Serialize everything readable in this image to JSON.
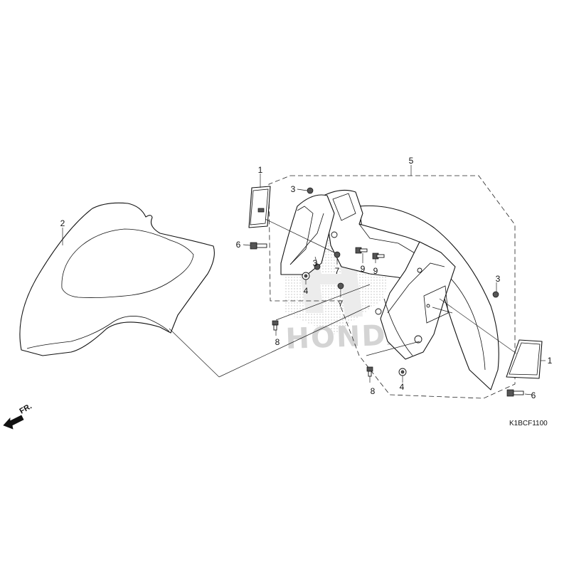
{
  "diagram": {
    "code": "K1BCF1100",
    "direction_marker": "FR.",
    "watermark": "HONDA",
    "callouts": [
      {
        "label": "1"
      },
      {
        "label": "1"
      },
      {
        "label": "2"
      },
      {
        "label": "3"
      },
      {
        "label": "3"
      },
      {
        "label": "3"
      },
      {
        "label": "4"
      },
      {
        "label": "4"
      },
      {
        "label": "5"
      },
      {
        "label": "6"
      },
      {
        "label": "6"
      },
      {
        "label": "7"
      },
      {
        "label": "7"
      },
      {
        "label": "8"
      },
      {
        "label": "8"
      },
      {
        "label": "9"
      },
      {
        "label": "9"
      }
    ],
    "colors": {
      "line": "#111111",
      "watermark": "#d4d4d4",
      "background": "#ffffff"
    }
  }
}
